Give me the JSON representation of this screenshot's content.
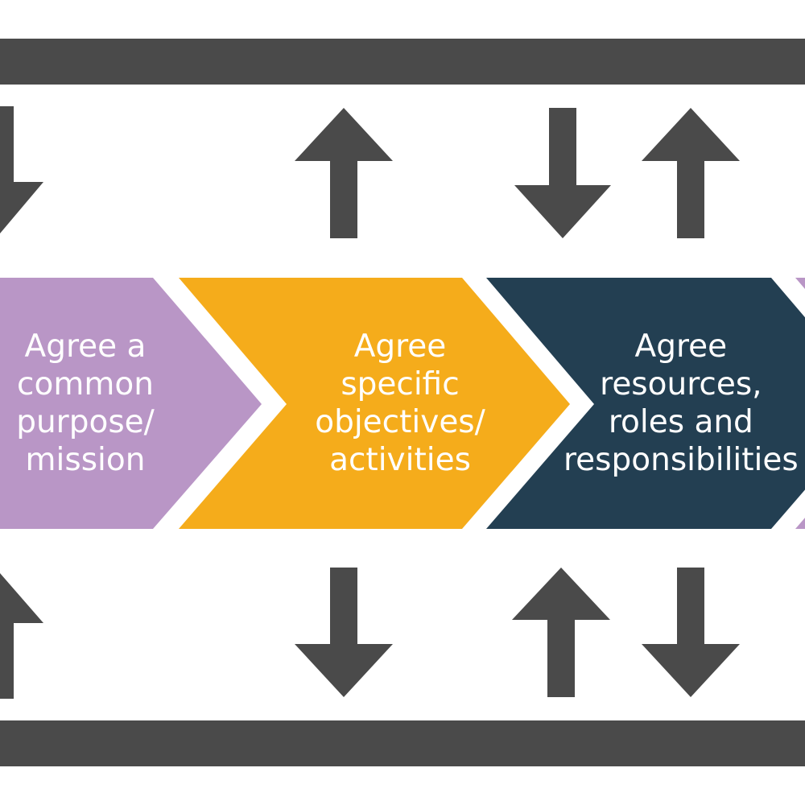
{
  "colors": {
    "bar": "#4a4a4a",
    "arrow": "#4a4a4a",
    "background": "#ffffff",
    "text": "#ffffff"
  },
  "steps": [
    {
      "label": "Agree a\ncommon\npurpose/\nmission",
      "color": "#b996c6"
    },
    {
      "label": "Agree\nspecific\nobjectives/\nactivities",
      "color": "#f5ac1b"
    },
    {
      "label": "Agree\nresources,\nroles and\nresponsibilities",
      "color": "#233f52"
    },
    {
      "label": "",
      "color": "#b996c6"
    }
  ],
  "arrows_top": [
    "down",
    "up",
    "down",
    "up"
  ],
  "arrows_bottom": [
    "up",
    "down",
    "up",
    "down"
  ]
}
